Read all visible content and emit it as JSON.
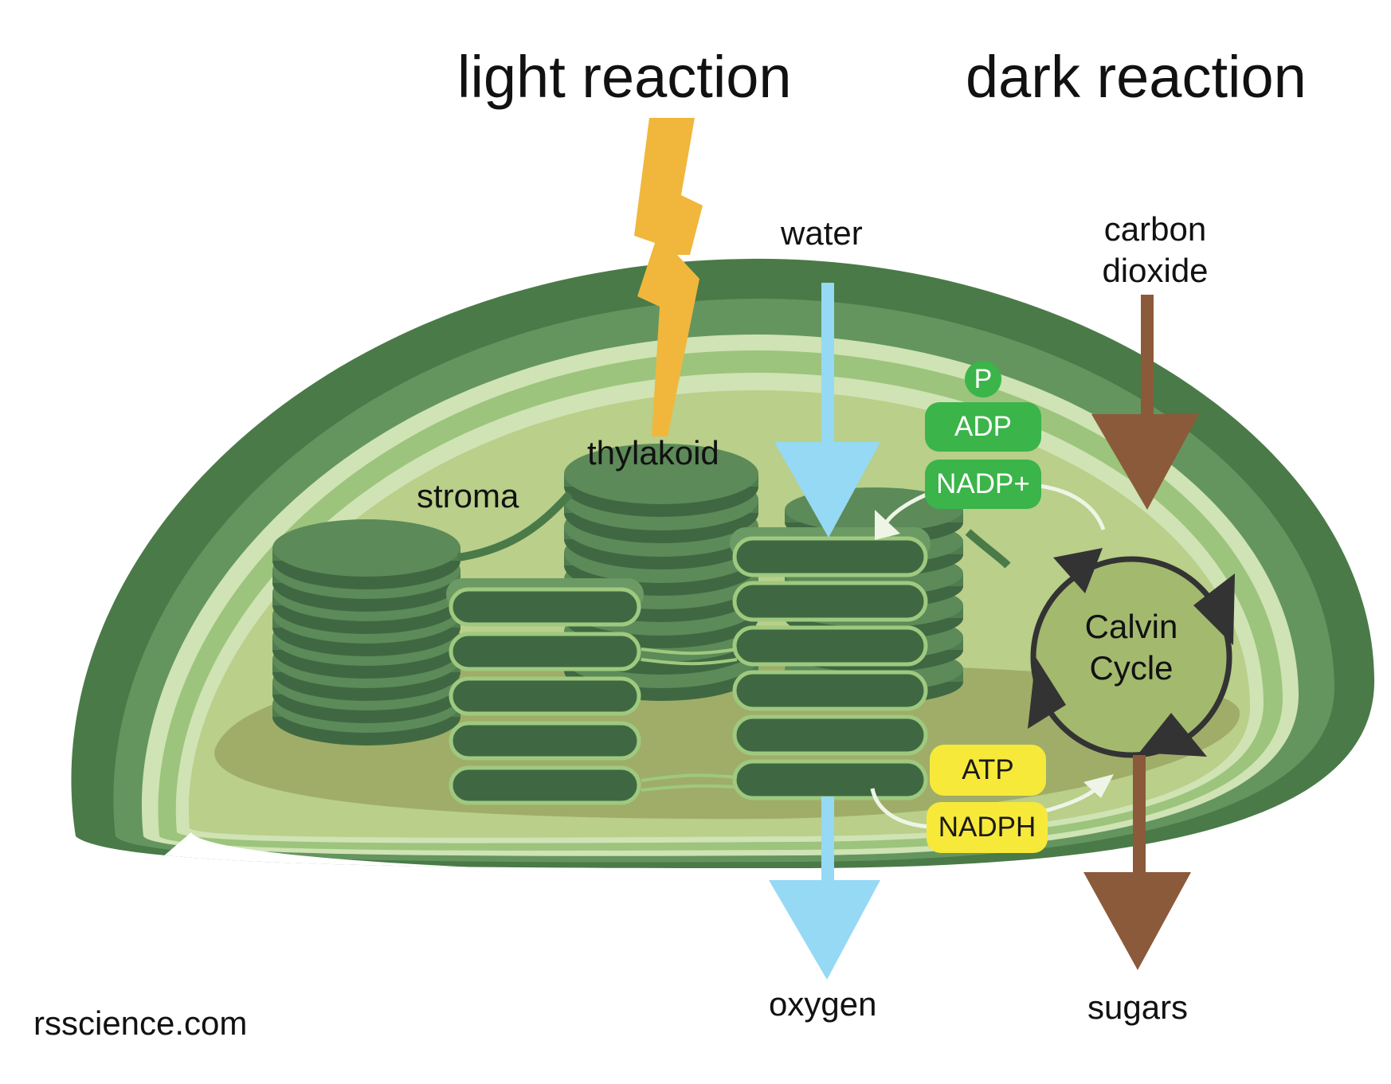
{
  "titles": {
    "light": "light reaction",
    "dark": "dark reaction"
  },
  "labels": {
    "water": "water",
    "carbon_dioxide_line1": "carbon",
    "carbon_dioxide_line2": "dioxide",
    "thylakoid": "thylakoid",
    "stroma": "stroma",
    "calvin_line1": "Calvin",
    "calvin_line2": "Cycle",
    "oxygen": "oxygen",
    "sugars": "sugars",
    "website": "rsscience.com"
  },
  "molecules": {
    "p": "P",
    "adp": "ADP",
    "nadp_plus": "NADP+",
    "atp": "ATP",
    "nadph": "NADPH"
  },
  "colors": {
    "outer_membrane": "#4a7a48",
    "light_arrow": "#f0b73c",
    "water_arrow": "#96d9f5",
    "brown_arrow": "#8b5a3a",
    "green_pill": "#3bb44a",
    "yellow_pill": "#f7e93a",
    "thylakoid_dark": "#3f6842",
    "stroma_fill": "#b9cf8a"
  }
}
